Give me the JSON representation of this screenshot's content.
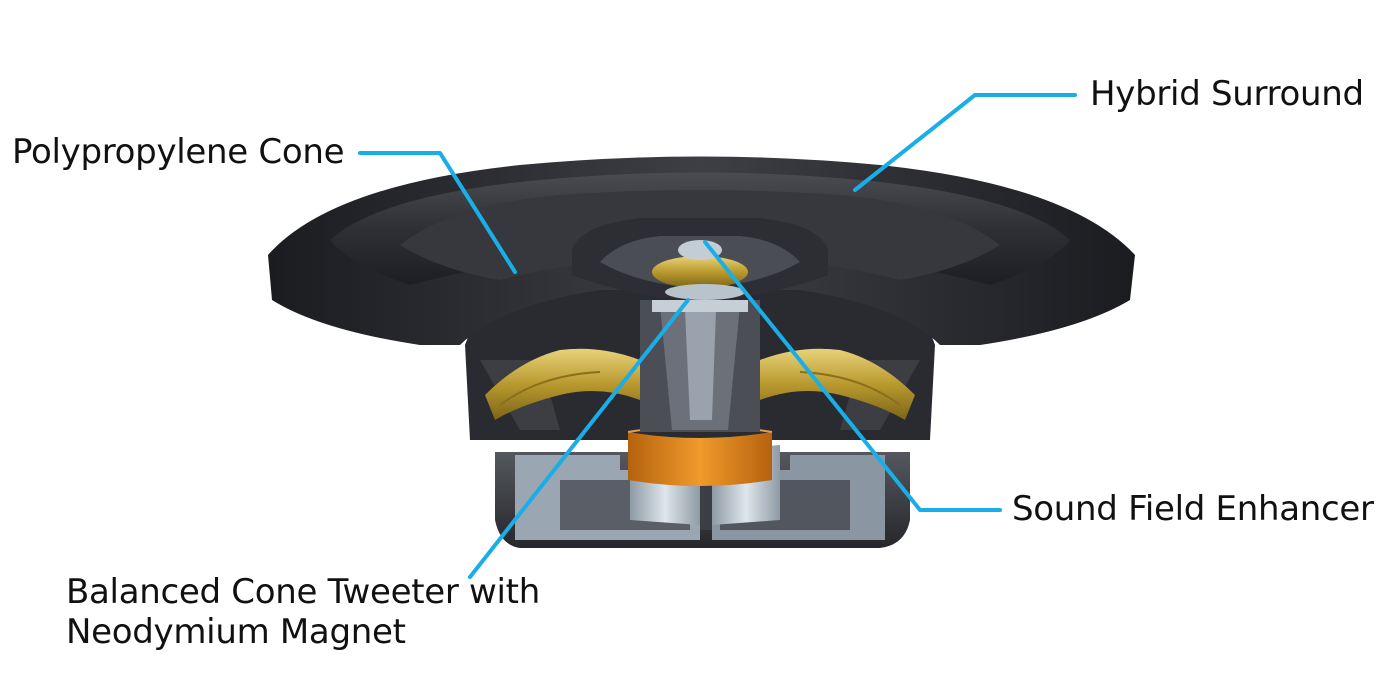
{
  "labels": {
    "hybrid_surround": "Hybrid Surround",
    "polypropylene_cone": "Polypropylene Cone",
    "sound_field_enhancer": "Sound Field Enhancer",
    "tweeter_line1": "Balanced Cone Tweeter with",
    "tweeter_line2": "Neodymium Magnet"
  },
  "colors": {
    "leader_line": "#19aee8",
    "cone": "#2b2c31",
    "frame": "#1a1b1f",
    "gold_spider": "#c9ae4a",
    "copper_coil": "#d9821c",
    "steel": "#b9c3cc",
    "magnet": "#3a3c42"
  },
  "icons": {
    "speaker": "speaker-cutaway-illustration"
  }
}
